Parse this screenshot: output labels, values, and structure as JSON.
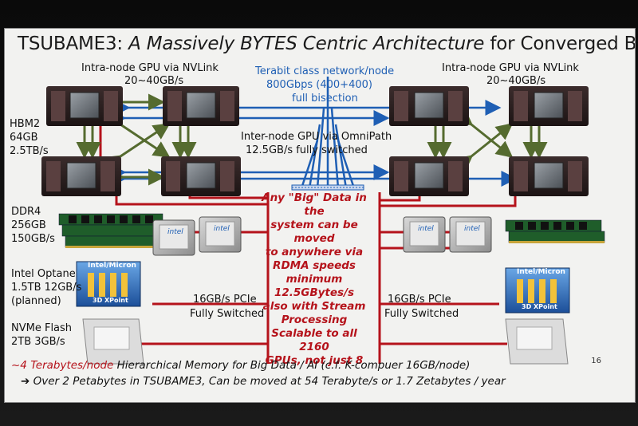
{
  "slide": {
    "title_plain_1": "TSUBAME3: ",
    "title_italic": "A Massively BYTES Centric Architecture",
    "title_plain_2": " for Converged BD/AI and HPC",
    "page_number": "16"
  },
  "labels": {
    "intra_left": "Intra-node GPU via NVLink",
    "intra_left_bw": "20~40GB/s",
    "intra_right": "Intra-node GPU via NVLink",
    "intra_right_bw": "20~40GB/s",
    "terabit_1": "Terabit class network/node",
    "terabit_2": "800Gbps (400+400)",
    "terabit_3": "full bisection",
    "inter_1": "Inter-node GPU via OmniPath",
    "inter_2": "12.5GB/s fully switched",
    "hbm_1": "HBM2",
    "hbm_2": "64GB",
    "hbm_3": "2.5TB/s",
    "ddr_1": "DDR4",
    "ddr_2": "256GB",
    "ddr_3": "150GB/s",
    "optane_1": "Intel Optane",
    "optane_2": "1.5TB 12GB/s",
    "optane_3": "(planned)",
    "nvme_1": "NVMe Flash",
    "nvme_2": "2TB 3GB/s",
    "pcie_left_1": "16GB/s PCIe",
    "pcie_left_2": "Fully Switched",
    "pcie_right_1": "16GB/s PCIe",
    "pcie_right_2": "Fully Switched"
  },
  "center_text": [
    "Any \"Big\" Data in the",
    "system can be moved",
    "to anywhere via",
    "RDMA speeds",
    "minimum",
    "12.5GBytes/s",
    "also with Stream",
    "Processing",
    "Scalable to all 2160",
    "GPUs, not just 8"
  ],
  "footer": {
    "line1_red": "~4 Terabytes/node",
    "line1_rest": " Hierarchical Memory for Big Data / AI (c.f. K-compuer 16GB/node)",
    "line2": "➔ Over 2 Petabytes in TSUBAME3, Can be moved at 54 Terabyte/s or 1.7 Zetabytes / year"
  },
  "chip_text": {
    "optane_top": "Intel/Micron",
    "optane_bottom": "3D XPoint",
    "cpu_brand": "intel"
  },
  "colors": {
    "network_blue": "#1f5fb4",
    "pcie_red": "#b5131b",
    "nvlink_green": "#556b2f",
    "board_dark": "#2a2020"
  }
}
